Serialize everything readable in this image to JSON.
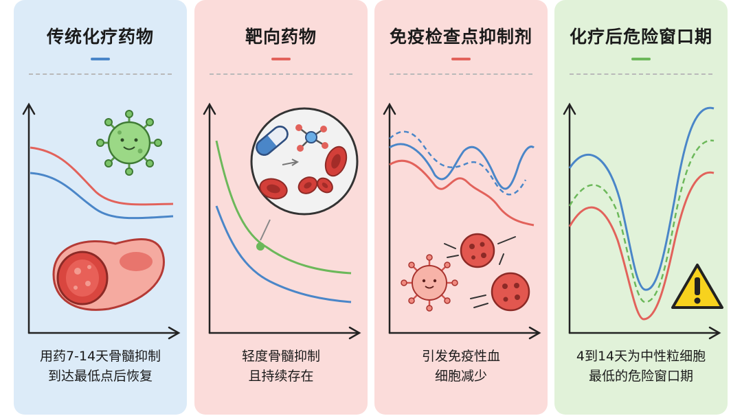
{
  "colors": {
    "panel1_bg": "#dcebf8",
    "panel2_bg": "#fbdcda",
    "panel3_bg": "#fbdcda",
    "panel4_bg": "#e1f2d9",
    "blue": "#4a86c8",
    "red": "#e2625b",
    "green": "#6cb85a",
    "warning": "#f7d21e"
  },
  "panels": [
    {
      "title": "传统化疗药物",
      "caption_line1": "用药7-14天骨髓抑制",
      "caption_line2": "到达最低点后恢复",
      "accent": "blue"
    },
    {
      "title": "靶向药物",
      "caption_line1": "轻度骨髓抑制",
      "caption_line2": "且持续存在",
      "accent": "red"
    },
    {
      "title": "免疫检查点抑制剂",
      "caption_line1": "引发免疫性血",
      "caption_line2": "细胞减少",
      "accent": "red"
    },
    {
      "title": "化疗后危险窗口期",
      "caption_line1": "4到14天为中性粒细胞",
      "caption_line2": "最低的危险窗口期",
      "accent": "green"
    }
  ],
  "icons": {
    "panel1": [
      "virus-icon",
      "red-blood-cell-icon"
    ],
    "panel2": [
      "pill-capsule-icon",
      "molecule-icon",
      "red-blood-cells-icon"
    ],
    "panel3": [
      "virus-icon",
      "damaged-blood-cell-icon"
    ],
    "panel4": [
      "warning-triangle-icon"
    ]
  }
}
